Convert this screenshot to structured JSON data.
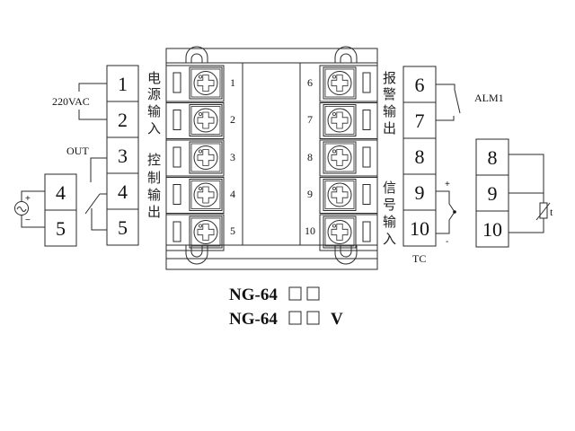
{
  "diagram": {
    "title": "NG-64 wiring diagram",
    "left_terminals": [
      "1",
      "2",
      "3",
      "4",
      "5"
    ],
    "left_group_labels": {
      "power_input": [
        "电",
        "源",
        "输",
        "入"
      ],
      "control_output": [
        "控",
        "制",
        "输",
        "出"
      ]
    },
    "power_label": "220VAC",
    "out_label": "OUT",
    "ssr_terminals": [
      "4",
      "5"
    ],
    "ssr_signs": {
      "plus": "+",
      "minus": "−"
    },
    "device_left_numbers": [
      "1",
      "2",
      "3",
      "4",
      "5"
    ],
    "device_right_numbers": [
      "6",
      "7",
      "8",
      "9",
      "10"
    ],
    "right_terminals": [
      "6",
      "7",
      "8",
      "9",
      "10"
    ],
    "right_group_labels": {
      "alarm_output": [
        "报",
        "警",
        "输",
        "出"
      ],
      "signal_input": [
        "信",
        "号",
        "输",
        "入"
      ]
    },
    "alarm_label": "ALM1",
    "tc_label": "TC",
    "tc_signs": {
      "plus": "+",
      "minus": "-"
    },
    "rtd_terminals": [
      "8",
      "9",
      "10"
    ],
    "rtd_label": "t",
    "models": [
      {
        "prefix": "NG-64",
        "suffix": ""
      },
      {
        "prefix": "NG-64",
        "suffix": "V"
      }
    ]
  }
}
